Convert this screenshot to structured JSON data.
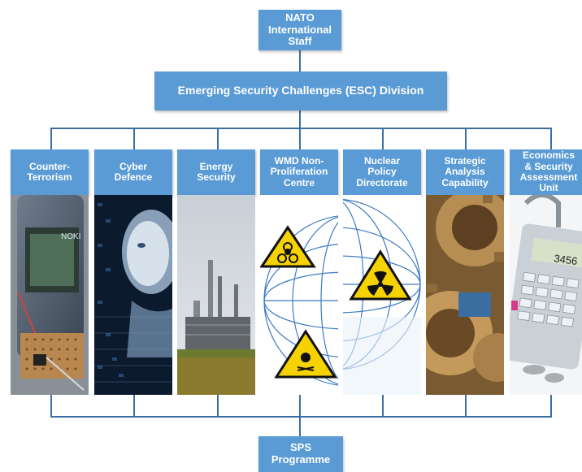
{
  "top": {
    "label": "NATO\nInternational\nStaff"
  },
  "division": {
    "label": "Emerging Security Challenges (ESC) Division"
  },
  "bottom": {
    "label": "SPS\nProgramme"
  },
  "colors": {
    "box": "#5a9bd5",
    "connector": "#3b6fa3"
  },
  "units": [
    {
      "label": "Counter-\nTerrorism",
      "image": "electronic-device-photo"
    },
    {
      "label": "Cyber\nDefence",
      "image": "digital-face-photo"
    },
    {
      "label": "Energy\nSecurity",
      "image": "refinery-photo"
    },
    {
      "label": "WMD Non-\nProliferation\nCentre",
      "image": "globe-hazard-signs"
    },
    {
      "label": "Nuclear\nPolicy\nDirectorate",
      "image": "globe-radiation-sign"
    },
    {
      "label": "Strategic\nAnalysis\nCapability",
      "image": "gears-photo"
    },
    {
      "label": "Economics\n& Security\nAssessment\nUnit",
      "image": "calculator-photo"
    }
  ],
  "image_text": {
    "nokia": "NOKI",
    "calculator_display": "3456"
  }
}
